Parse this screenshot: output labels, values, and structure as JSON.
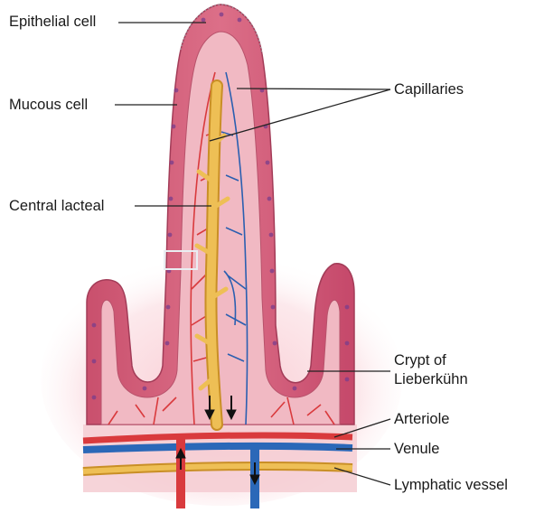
{
  "labels": {
    "epithelial_cell": "Epithelial cell",
    "mucous_cell": "Mucous cell",
    "central_lacteal": "Central lacteal",
    "capillaries": "Capillaries",
    "crypt": "Crypt of\nLieberkühn",
    "arteriole": "Arteriole",
    "venule": "Venule",
    "lymphatic_vessel": "Lymphatic vessel"
  },
  "colors": {
    "epithelium": "#d4627c",
    "epithelium_dark": "#b2455f",
    "lamina": "#f3c6cc",
    "nuclei": "#7a3d8c",
    "artery": "#e0393b",
    "vein": "#2b68b8",
    "lymph": "#e8b64a",
    "lymph_edge": "#c98f26",
    "glow": "#f6b7c2",
    "leader": "#222222"
  }
}
